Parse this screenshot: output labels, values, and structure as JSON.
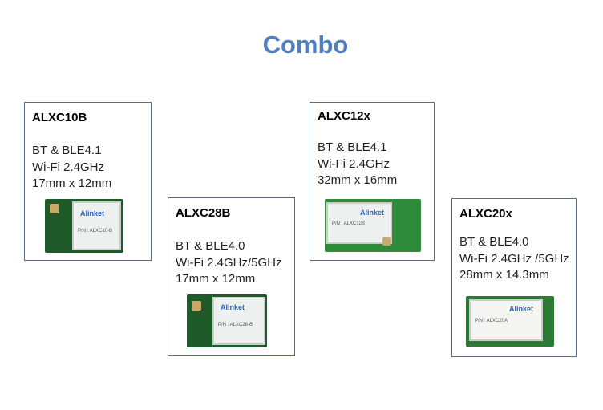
{
  "title": "Combo",
  "cards": [
    {
      "name": "ALXC10B",
      "specs": [
        "BT & BLE4.1",
        "Wi-Fi 2.4GHz",
        "17mm x 12mm"
      ],
      "logo": "Alinket",
      "pn": "P/N : ALXC10-B"
    },
    {
      "name": "ALXC28B",
      "specs": [
        "BT & BLE4.0",
        "Wi-Fi 2.4GHz/5GHz",
        "17mm x 12mm"
      ],
      "logo": "Alinket",
      "pn": "P/N : ALXC28-B"
    },
    {
      "name": "ALXC12x",
      "specs": [
        "BT & BLE4.1",
        "Wi-Fi 2.4GHz",
        "32mm x 16mm"
      ],
      "logo": "Alinket",
      "pn": "P/N : ALXC12B"
    },
    {
      "name": "ALXC20x",
      "specs": [
        "BT & BLE4.0",
        "Wi-Fi 2.4GHz /5GHz",
        "28mm x 14.3mm"
      ],
      "logo": "Alinket",
      "pn": "P/N : ALXC20A"
    }
  ]
}
